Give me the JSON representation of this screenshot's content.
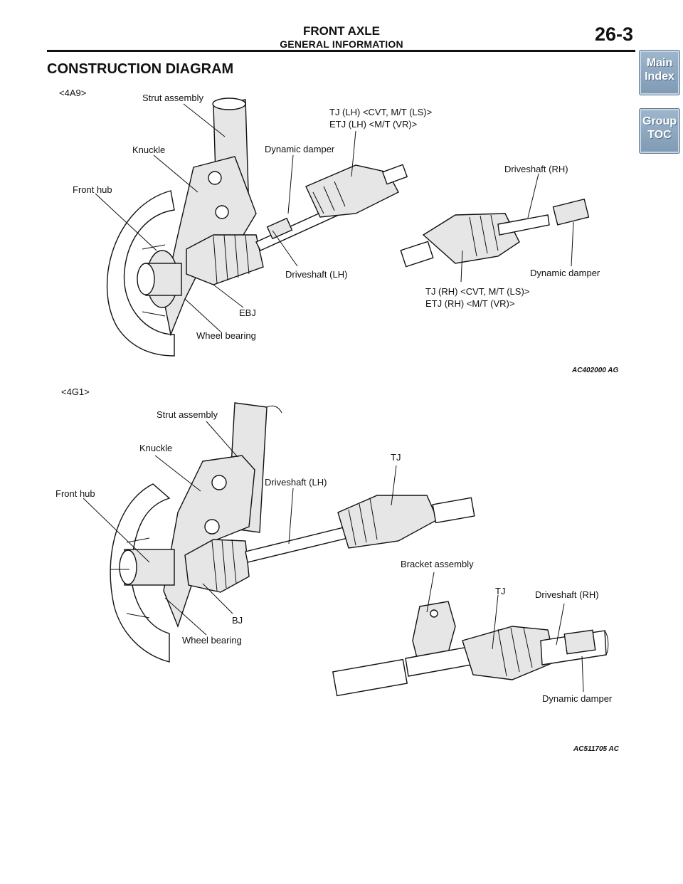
{
  "header": {
    "section": "FRONT AXLE",
    "subsection": "GENERAL INFORMATION",
    "page": "26-3"
  },
  "nav": {
    "main_index": [
      "Main",
      "Index"
    ],
    "group_toc": [
      "Group",
      "TOC"
    ]
  },
  "page_title": "CONSTRUCTION DIAGRAM",
  "diagram1": {
    "engine": "<4A9>",
    "labels": {
      "strut_assembly": "Strut assembly",
      "tj_lh_1": "TJ (LH) <CVT, M/T (LS)>",
      "tj_lh_2": "ETJ (LH) <M/T (VR)>",
      "knuckle": "Knuckle",
      "dynamic_damper_lh": "Dynamic damper",
      "driveshaft_rh": "Driveshaft (RH)",
      "front_hub": "Front hub",
      "dynamic_damper_rh": "Dynamic damper",
      "driveshaft_lh": "Driveshaft (LH)",
      "tj_rh_1": "TJ (RH) <CVT, M/T (LS)>",
      "tj_rh_2": "ETJ (RH) <M/T (VR)>",
      "ebj": "EBJ",
      "wheel_bearing": "Wheel bearing"
    },
    "code": "AC402000 AG"
  },
  "diagram2": {
    "engine": "<4G1>",
    "labels": {
      "strut_assembly": "Strut assembly",
      "knuckle": "Knuckle",
      "tj_lh": "TJ",
      "driveshaft_lh": "Driveshaft (LH)",
      "front_hub": "Front hub",
      "bracket_assembly": "Bracket assembly",
      "tj_rh": "TJ",
      "driveshaft_rh": "Driveshaft (RH)",
      "bj": "BJ",
      "wheel_bearing": "Wheel bearing",
      "dynamic_damper": "Dynamic damper"
    },
    "code": "AC511705 AC"
  }
}
